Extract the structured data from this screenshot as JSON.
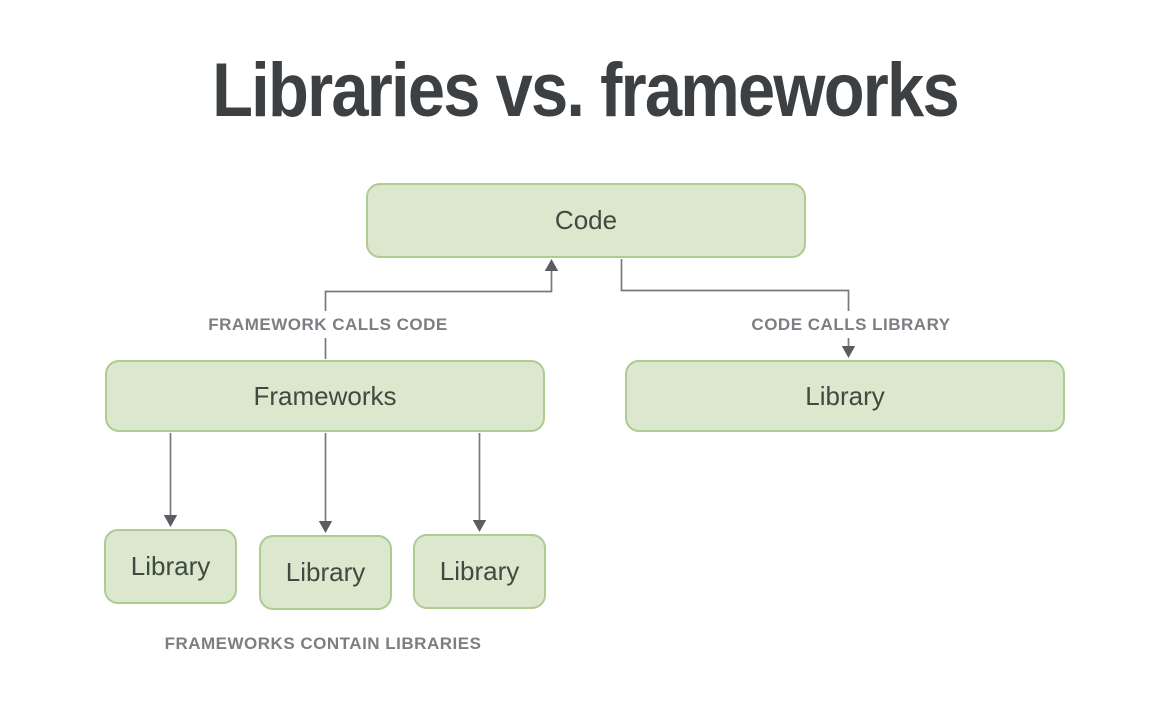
{
  "title": "Libraries vs. frameworks",
  "colors": {
    "background": "#ffffff",
    "box_fill": "#dbe8cd",
    "box_border": "#aecb92",
    "box_text": "#3f4a40",
    "title_text": "#3d4043",
    "caption_text": "#7b7e82",
    "line": "#77797d",
    "arrowhead": "#5a5e62"
  },
  "nodes": {
    "code": {
      "label": "Code"
    },
    "frameworks": {
      "label": "Frameworks"
    },
    "library_main": {
      "label": "Library"
    },
    "library_1": {
      "label": "Library"
    },
    "library_2": {
      "label": "Library"
    },
    "library_3": {
      "label": "Library"
    }
  },
  "captions": {
    "framework_calls_code": "FRAMEWORK CALLS CODE",
    "code_calls_library": "CODE CALLS LIBRARY",
    "frameworks_contain_libraries": "FRAMEWORKS CONTAIN LIBRARIES"
  }
}
